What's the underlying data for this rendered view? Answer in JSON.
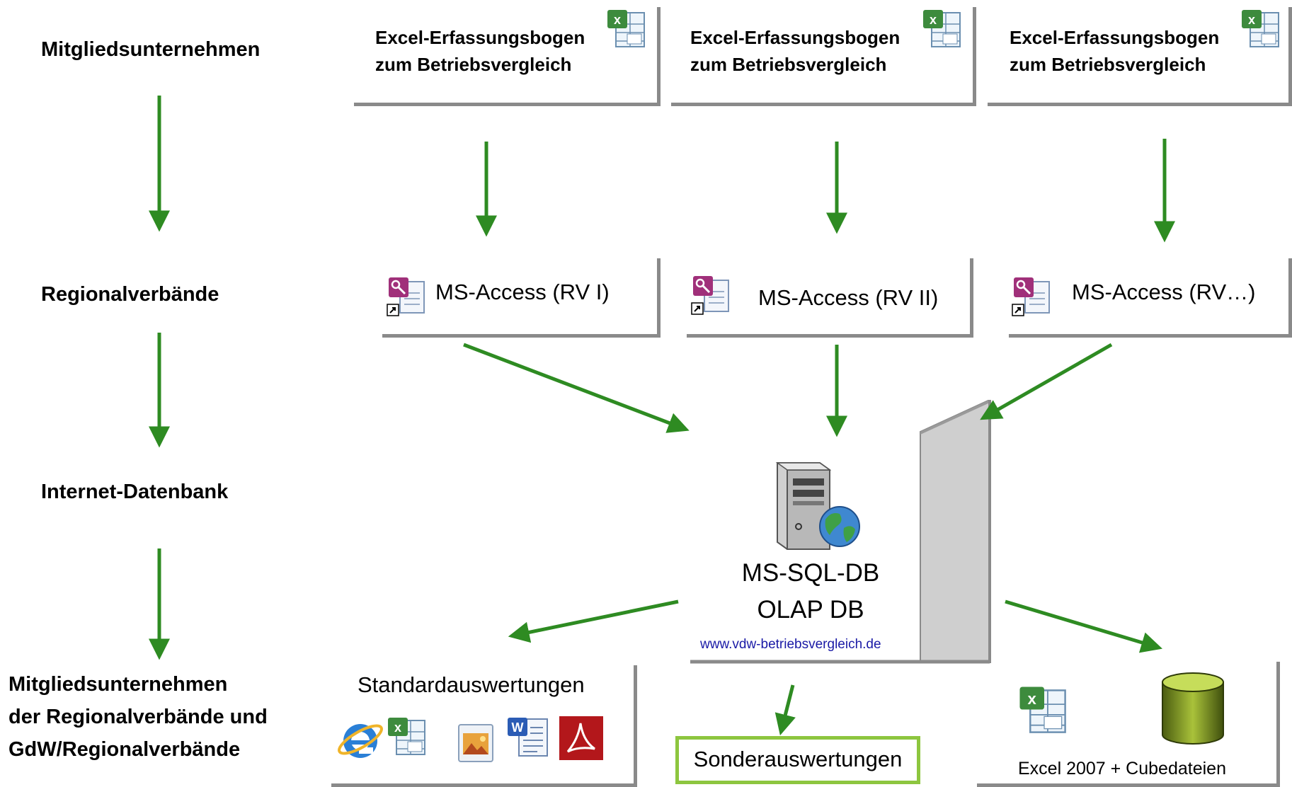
{
  "levels": {
    "members": "Mitgliedsunternehmen",
    "regional": "Regionalverbände",
    "internet_db": "Internet-Datenbank",
    "output_line1": "Mitgliedsunternehmen",
    "output_line2": "der Regionalverbände und",
    "output_line3": "GdW/Regionalverbände"
  },
  "excel_forms": [
    {
      "line1": "Excel-Erfassungsbogen",
      "line2": "zum Betriebsvergleich",
      "icon": "excel-icon"
    },
    {
      "line1": "Excel-Erfassungsbogen",
      "line2": "zum Betriebsvergleich",
      "icon": "excel-icon"
    },
    {
      "line1": "Excel-Erfassungsbogen",
      "line2": "zum Betriebsvergleich",
      "icon": "excel-icon"
    }
  ],
  "access_dbs": [
    {
      "label": "MS-Access (RV I)",
      "icon": "access-icon"
    },
    {
      "label": "MS-Access (RV II)",
      "icon": "access-icon"
    },
    {
      "label": "MS-Access (RV…)",
      "icon": "access-icon"
    }
  ],
  "server": {
    "line1": "MS-SQL-DB",
    "line2": "OLAP DB",
    "url": "www.vdw-betriebsvergleich.de",
    "icon": "server-globe-icon"
  },
  "outputs": {
    "standard": "Standardauswertungen",
    "special": "Sonderauswertungen",
    "excel_cube": "Excel 2007 + Cubedateien",
    "standard_icons": [
      "internet-explorer-icon",
      "excel-icon",
      "image-icon",
      "word-icon",
      "pdf-icon"
    ]
  },
  "colors": {
    "arrow": "#2e8b22",
    "special_border": "#8dc63f",
    "url_text": "#1a1aa6",
    "box_shadow": "#8a8a8a"
  }
}
